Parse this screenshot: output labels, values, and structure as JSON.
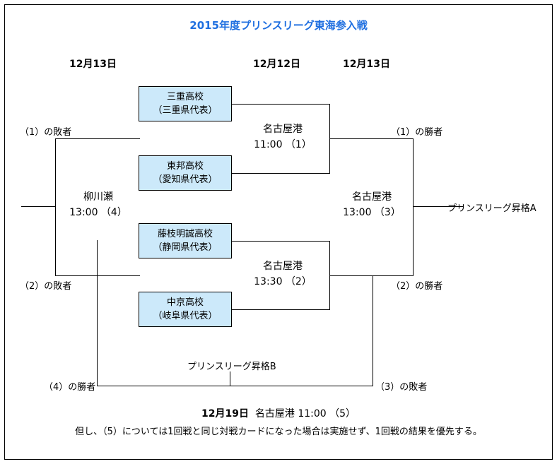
{
  "title": "2015年度プリンスリーグ東海参入戦",
  "date_headers": [
    {
      "label": "12月13日"
    },
    {
      "label": "12月12日"
    },
    {
      "label": "12月13日"
    }
  ],
  "teams": [
    {
      "name": "三重高校",
      "rep": "（三重県代表）"
    },
    {
      "name": "東邦高校",
      "rep": "（愛知県代表）"
    },
    {
      "name": "藤枝明誠高校",
      "rep": "（静岡県代表）"
    },
    {
      "name": "中京高校",
      "rep": "（岐阜県代表）"
    }
  ],
  "matches": [
    {
      "venue": "名古屋港",
      "time": "11:00 （1）"
    },
    {
      "venue": "名古屋港",
      "time": "13:30 （2）"
    },
    {
      "venue": "名古屋港",
      "time": "13:00 （3）"
    },
    {
      "venue": "柳川瀬",
      "time": "13:00 （4）"
    }
  ],
  "notes": {
    "loser1": "（1）の敗者",
    "loser2": "（2）の敗者",
    "winner1": "（1）の勝者",
    "winner2": "（2）の勝者",
    "winner4": "（4）の勝者",
    "loser3": "（3）の敗者",
    "promote_a": "プリンスリーグ昇格A",
    "promote_b": "プリンスリーグ昇格B"
  },
  "footer": {
    "date": "12月19日",
    "venue": "名古屋港",
    "time": "11:00 （5）",
    "condition": "但し、（5）については1回戦と同じ対戦カードになった場合は実施せず、1回戦の結果を優先する。"
  },
  "colors": {
    "title": "#1f6fe0",
    "box_fill": "#cce9fa",
    "line": "#000000"
  }
}
